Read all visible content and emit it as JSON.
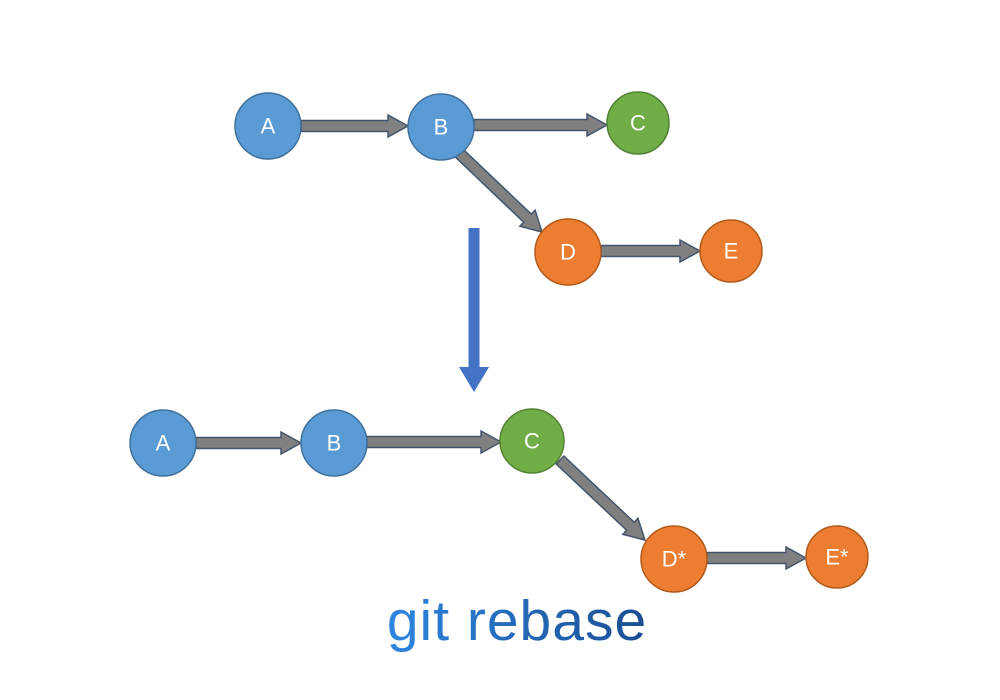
{
  "title": {
    "text": "git rebase"
  },
  "colors": {
    "node_blue": "#5B9BD5",
    "node_blue_stroke": "#41719C",
    "node_green": "#70AD47",
    "node_green_stroke": "#538135",
    "node_orange": "#ED7D31",
    "node_orange_stroke": "#B35B1D",
    "node_label": "#FFFFFF",
    "edge_fill": "#808080",
    "edge_stroke": "#44546A",
    "transform_arrow": "#4472C4",
    "title_gradient_start": "#2E86E0",
    "title_gradient_end": "#1B4E91"
  },
  "before": {
    "nodes": [
      {
        "label": "A",
        "color": "blue"
      },
      {
        "label": "B",
        "color": "blue"
      },
      {
        "label": "C",
        "color": "green"
      },
      {
        "label": "D",
        "color": "orange"
      },
      {
        "label": "E",
        "color": "orange"
      }
    ],
    "edges": [
      {
        "from": "A",
        "to": "B"
      },
      {
        "from": "B",
        "to": "C"
      },
      {
        "from": "B",
        "to": "D"
      },
      {
        "from": "D",
        "to": "E"
      }
    ]
  },
  "after": {
    "nodes": [
      {
        "label": "A",
        "color": "blue"
      },
      {
        "label": "B",
        "color": "blue"
      },
      {
        "label": "C",
        "color": "green"
      },
      {
        "label": "D*",
        "color": "orange"
      },
      {
        "label": "E*",
        "color": "orange"
      }
    ],
    "edges": [
      {
        "from": "A",
        "to": "B"
      },
      {
        "from": "B",
        "to": "C"
      },
      {
        "from": "C",
        "to": "D*"
      },
      {
        "from": "D*",
        "to": "E*"
      }
    ]
  }
}
